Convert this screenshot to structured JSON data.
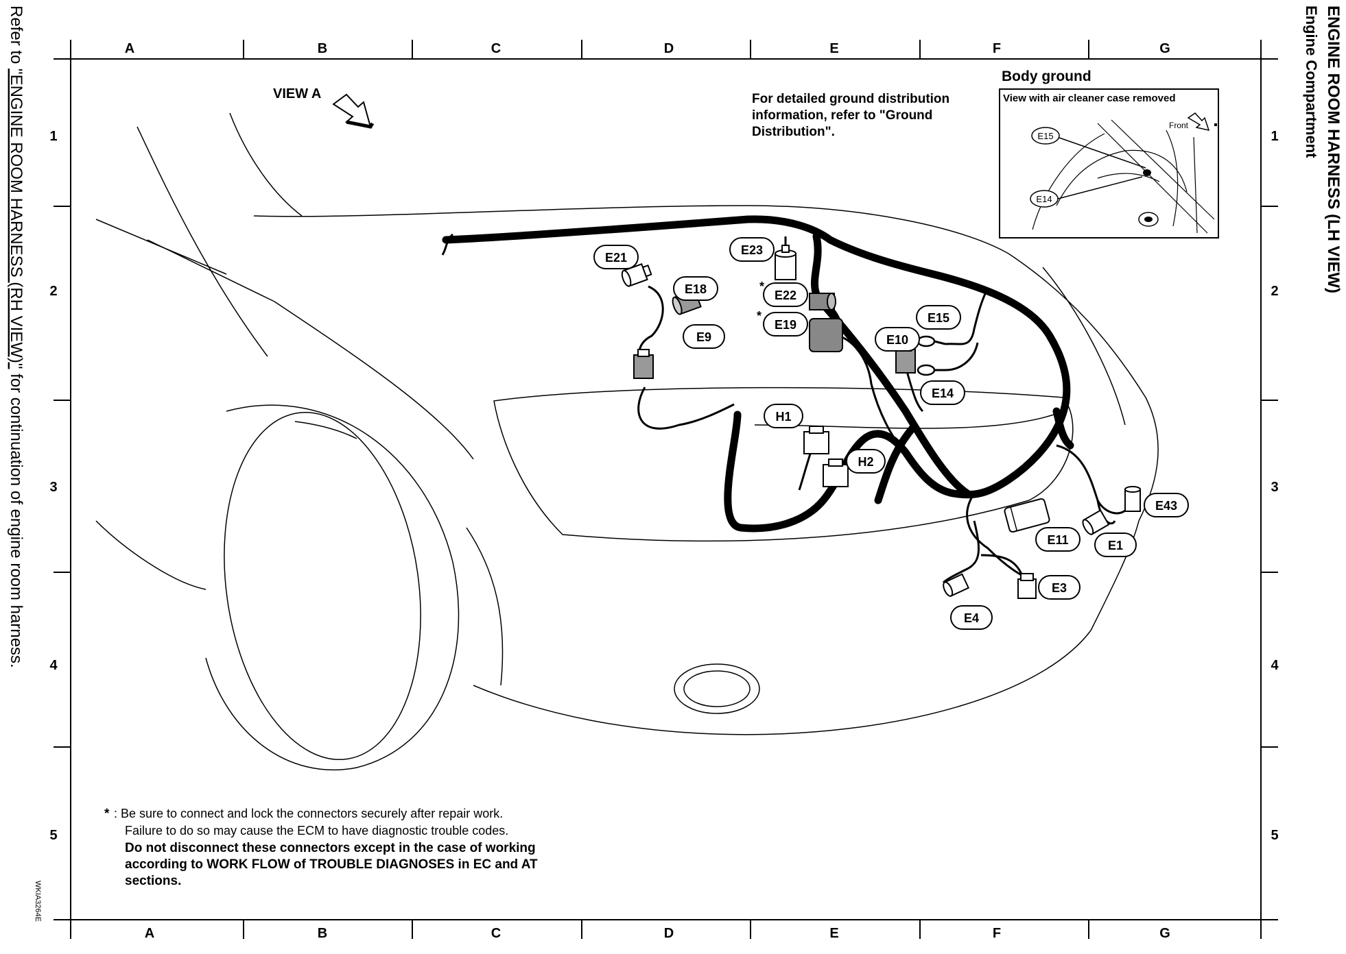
{
  "title": "ENGINE ROOM HARNESS (LH VIEW)",
  "subtitle": "Engine Compartment",
  "refer_prefix": "Refer to ",
  "refer_link": "\"ENGINE ROOM HARNESS (RH VIEW)\"",
  "refer_suffix": " for continuation of engine room harness.",
  "grid": {
    "columns": [
      "A",
      "B",
      "C",
      "D",
      "E",
      "F",
      "G"
    ],
    "rows": [
      "1",
      "2",
      "3",
      "4",
      "5"
    ]
  },
  "view_label": "VIEW A",
  "ground_note": {
    "line1": "For detailed ground distribution",
    "line2": "information, refer to \"Ground",
    "line3": "Distribution\"."
  },
  "inset": {
    "title": "Body ground",
    "caption": "View with air cleaner case removed",
    "front_label": "Front",
    "connectors": [
      "E15",
      "E14"
    ]
  },
  "connectors": {
    "E21": "E21",
    "E23": "E23",
    "E22": "E22",
    "E19": "E19",
    "E18": "E18",
    "E9": "E9",
    "E15": "E15",
    "E10": "E10",
    "E14": "E14",
    "H1": "H1",
    "H2": "H2",
    "E43": "E43",
    "E11": "E11",
    "E1": "E1",
    "E3": "E3",
    "E4": "E4"
  },
  "star_marks": {
    "e22": "*",
    "e19": "*"
  },
  "footnote": {
    "marker": "*",
    "line1": ": Be sure to connect and lock the connectors securely after repair work.",
    "line2": "Failure to do so may cause the ECM to have diagnostic trouble codes.",
    "line3": "Do not disconnect these connectors except in the case of working",
    "line4": "according to WORK FLOW of TROUBLE DIAGNOSES in EC and AT",
    "line5": "sections."
  },
  "figure_id": "WKIA3264E"
}
